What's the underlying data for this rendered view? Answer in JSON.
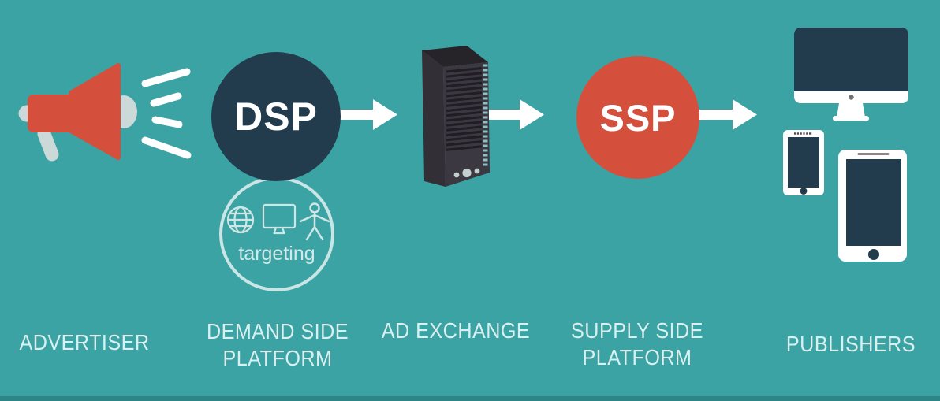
{
  "title": "Programmatic advertising ecosystem flow diagram",
  "background_color": "#3BA3A3",
  "flow_order": [
    "advertiser",
    "demand_side_platform",
    "ad_exchange",
    "supply_side_platform",
    "publishers"
  ],
  "nodes": {
    "advertiser": {
      "label": "ADVERTISER",
      "icon": "megaphone-icon",
      "icon_color": "#D5503C"
    },
    "demand_side_platform": {
      "abbr": "DSP",
      "label_line1": "DEMAND SIDE",
      "label_line2": "PLATFORM",
      "circle_color": "#223B4D",
      "targeting": {
        "label": "targeting",
        "icons": [
          "globe-icon",
          "monitor-icon",
          "person-icon"
        ]
      }
    },
    "ad_exchange": {
      "label": "AD EXCHANGE",
      "icon": "server-tower-icon"
    },
    "supply_side_platform": {
      "abbr": "SSP",
      "label_line1": "SUPPLY SIDE",
      "label_line2": "PLATFORM",
      "circle_color": "#D5503C"
    },
    "publishers": {
      "label": "PUBLISHERS",
      "icons": [
        "desktop-monitor-icon",
        "smartphone-icon",
        "tablet-icon"
      ]
    }
  },
  "connectors": {
    "type": "arrow",
    "color": "#FFFFFF",
    "count": 3
  },
  "colors": {
    "background": "#3BA3A3",
    "navy": "#223B4D",
    "red": "#D5503C",
    "light_gray": "#CBD9D9",
    "label_text": "#DAEFEF",
    "targeting_stroke": "#CFE6E6",
    "server_body": "#332F36",
    "server_front": "#3B3841",
    "server_vents": "#8FC0C3"
  }
}
